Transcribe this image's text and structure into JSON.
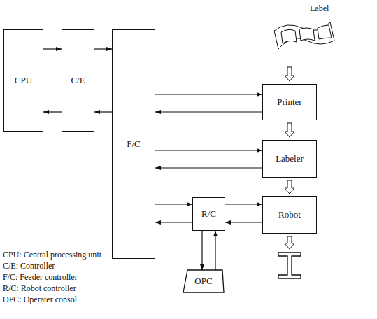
{
  "diagram": {
    "nodes": [
      {
        "text": [
          "CPU"
        ]
      },
      {
        "text": [
          "C/E"
        ]
      },
      {
        "text": [
          "F/C"
        ]
      },
      {
        "text": [
          "Printer"
        ]
      },
      {
        "text": [
          "Labeler"
        ]
      },
      {
        "text": [
          "Robot"
        ]
      },
      {
        "text": [
          "R/C"
        ]
      },
      {
        "text": [
          "OPC"
        ]
      }
    ],
    "edges": [
      {
        "from": 0,
        "to": 1,
        "arrow": "to"
      },
      {
        "from": 1,
        "to": 0,
        "arrow": "to"
      },
      {
        "from": 1,
        "to": 2,
        "arrow": "to"
      },
      {
        "from": 2,
        "to": 1,
        "arrow": "to"
      },
      {
        "from": 2,
        "to": 3,
        "arrow": "to"
      },
      {
        "from": 3,
        "to": 2,
        "arrow": "to"
      },
      {
        "from": 2,
        "to": 4,
        "arrow": "to"
      },
      {
        "from": 4,
        "to": 2,
        "arrow": "to"
      },
      {
        "from": 2,
        "to": 6,
        "arrow": "to"
      },
      {
        "from": 6,
        "to": 2,
        "arrow": "to"
      },
      {
        "from": 6,
        "to": 5,
        "arrow": "to"
      },
      {
        "from": 5,
        "to": 6,
        "arrow": "to"
      },
      {
        "from": 6,
        "to": 7,
        "arrow": "to"
      },
      {
        "from": 7,
        "to": 6,
        "arrow": "to"
      }
    ],
    "labels": [
      "Label",
      "CPU: Central processing unit",
      "C/E: Controller",
      "F/C: Feeder controller",
      "R/C: Robot controller",
      "OPC: Operater consol"
    ]
  }
}
